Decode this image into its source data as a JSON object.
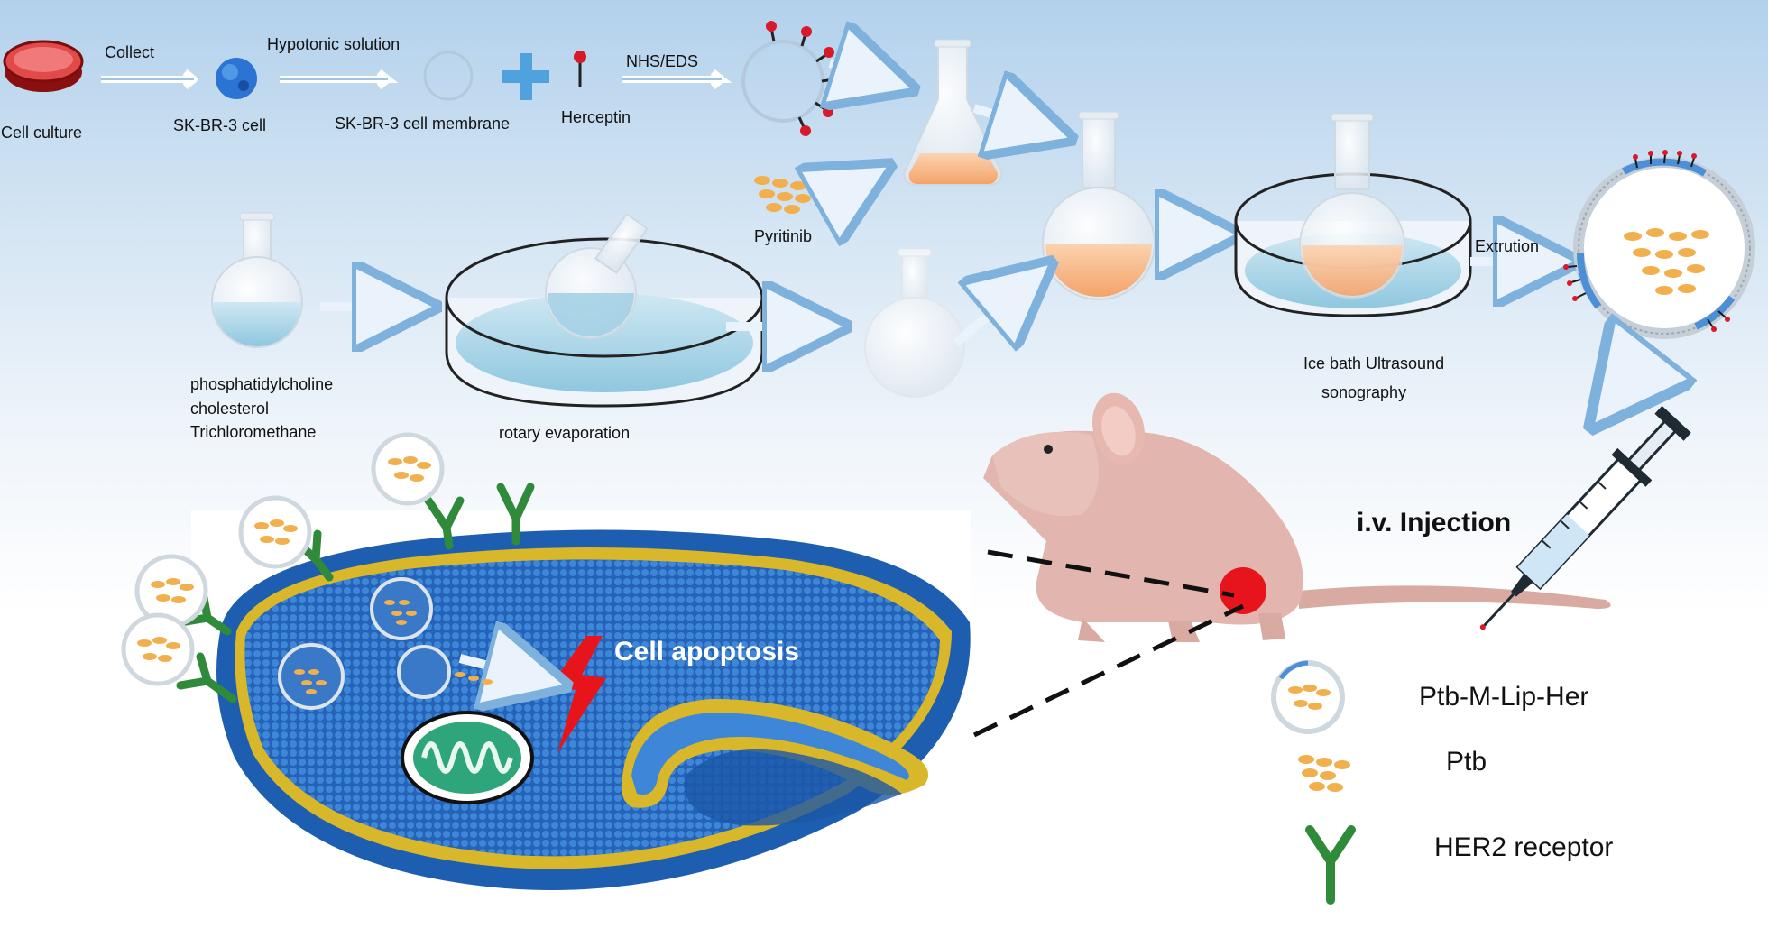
{
  "labels": {
    "collect": "Collect",
    "hypotonic": "Hypotonic solution",
    "nhs": "NHS/EDS",
    "cell_culture": "Cell culture",
    "skbr3_cell": "SK-BR-3 cell",
    "skbr3_membrane": "SK-BR-3 cell membrane",
    "herceptin": "Herceptin",
    "pyritinib": "Pyritinib",
    "extrution": "Extrution",
    "lipids": [
      "phosphatidylcholine",
      "cholesterol",
      "Trichloromethane"
    ],
    "rotary": "rotary evaporation",
    "ice_bath_1": "Ice bath Ultrasound",
    "ice_bath_2": "sonography",
    "injection": "i.v. Injection",
    "apoptosis": "Cell apoptosis"
  },
  "legend": [
    {
      "icon": "liposome-icon",
      "label": "Ptb-M-Lip-Her"
    },
    {
      "icon": "drug-dots-icon",
      "label": "Ptb"
    },
    {
      "icon": "receptor-icon",
      "label": "HER2 receptor"
    }
  ],
  "colors": {
    "herceptin": "#d7192a",
    "tumor": "#e8141c",
    "cell_blue": "#2a6fc4",
    "receptor": "#2f8a3a",
    "drug": "#f1b04d",
    "mouse": "#e2b6ae"
  }
}
